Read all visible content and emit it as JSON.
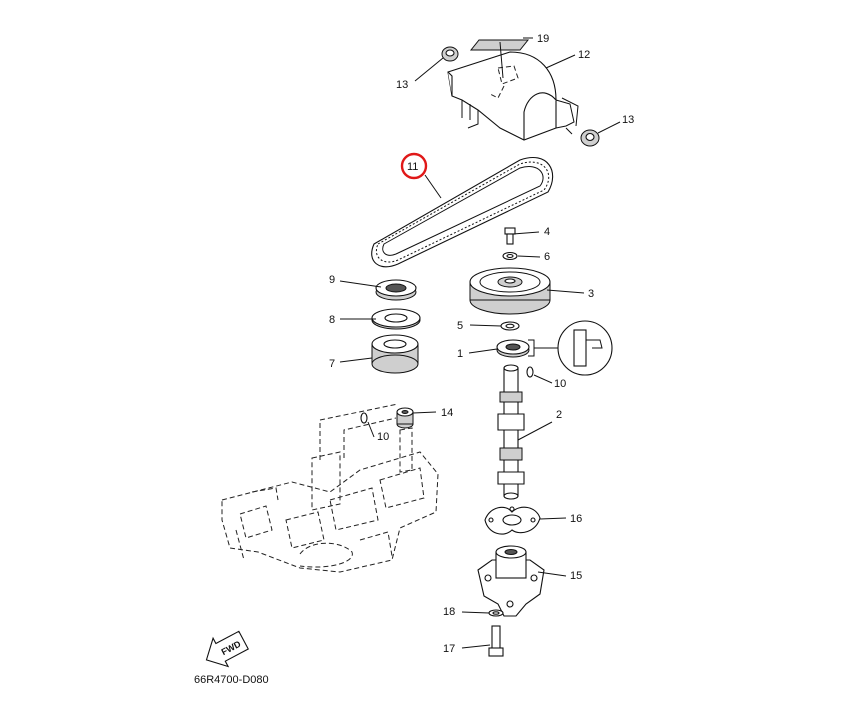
{
  "diagram": {
    "diagram_code": "66R4700-D080",
    "fwd_arrow": {
      "label": "FWD"
    },
    "colors": {
      "highlight": "#e01818",
      "line": "#111111",
      "shade": "#cfcfcf"
    },
    "callouts": [
      {
        "id": "c19a",
        "number": "19"
      },
      {
        "id": "c12",
        "number": "12"
      },
      {
        "id": "c13a",
        "number": "13"
      },
      {
        "id": "c13b",
        "number": "13"
      },
      {
        "id": "c11",
        "number": "11",
        "highlighted": true
      },
      {
        "id": "c4",
        "number": "4"
      },
      {
        "id": "c6",
        "number": "6"
      },
      {
        "id": "c3",
        "number": "3"
      },
      {
        "id": "c9",
        "number": "9"
      },
      {
        "id": "c8",
        "number": "8"
      },
      {
        "id": "c5",
        "number": "5"
      },
      {
        "id": "c1",
        "number": "1"
      },
      {
        "id": "c7",
        "number": "7"
      },
      {
        "id": "c10a",
        "number": "10"
      },
      {
        "id": "c14",
        "number": "14"
      },
      {
        "id": "c10b",
        "number": "10"
      },
      {
        "id": "c2",
        "number": "2"
      },
      {
        "id": "c16",
        "number": "16"
      },
      {
        "id": "c15",
        "number": "15"
      },
      {
        "id": "c18",
        "number": "18"
      },
      {
        "id": "c17",
        "number": "17"
      }
    ]
  }
}
